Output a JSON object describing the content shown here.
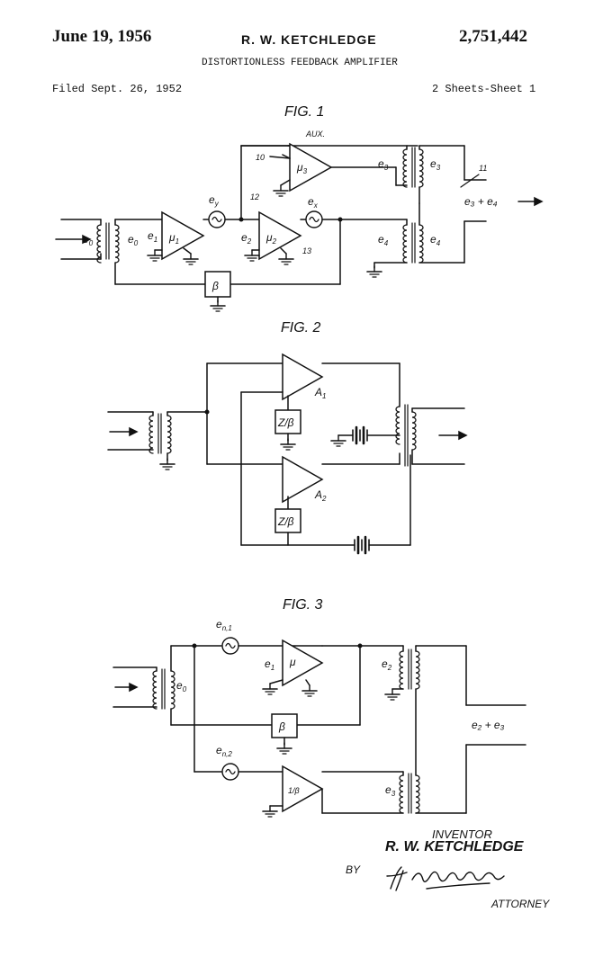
{
  "header": {
    "date": "June 19, 1956",
    "inventor_name": "R. W. KETCHLEDGE",
    "patent_number": "2,751,442",
    "title": "DISTORTIONLESS FEEDBACK AMPLIFIER",
    "filed": "Filed Sept. 26, 1952",
    "sheets": "2 Sheets-Sheet 1"
  },
  "fig1": {
    "caption": "FIG. 1",
    "aux_label": "AUX.",
    "ref_10": "10",
    "ref_11": "11",
    "ref_12": "12",
    "ref_13": "13",
    "mu1": "μ",
    "mu1_sub": "1",
    "mu2": "μ",
    "mu2_sub": "2",
    "mu3": "μ",
    "mu3_sub": "3",
    "beta": "β",
    "e0": "e",
    "e0_sub": "0",
    "e1": "e",
    "e1_sub": "1",
    "e2": "e",
    "e2_sub": "2",
    "ey": "e",
    "ey_sub": "y",
    "ex": "e",
    "ex_sub": "x",
    "e3": "e",
    "e3_sub": "3",
    "e4": "e",
    "e4_sub": "4",
    "output": "e₃ + e₄"
  },
  "fig2": {
    "caption": "FIG. 2",
    "a1": "A",
    "a1_sub": "1",
    "a2": "A",
    "a2_sub": "2",
    "zb1": "Z/β",
    "zb2": "Z/β"
  },
  "fig3": {
    "caption": "FIG. 3",
    "mu": "μ",
    "beta_box": "β",
    "beta_amp": "1/β",
    "en1": "e",
    "en1_sub": "n,1",
    "en2": "e",
    "en2_sub": "n,2",
    "e1": "e",
    "e1_sub": "1",
    "e0": "e",
    "e0_sub": "0",
    "e2": "e",
    "e2_sub": "2",
    "e3": "e",
    "e3_sub": "3",
    "output": "e₂ + e₃"
  },
  "footer": {
    "inventor_label": "INVENTOR",
    "inventor_name": "R. W. KETCHLEDGE",
    "by": "BY",
    "signature": "H. A. Burgess",
    "attorney": "ATTORNEY"
  }
}
